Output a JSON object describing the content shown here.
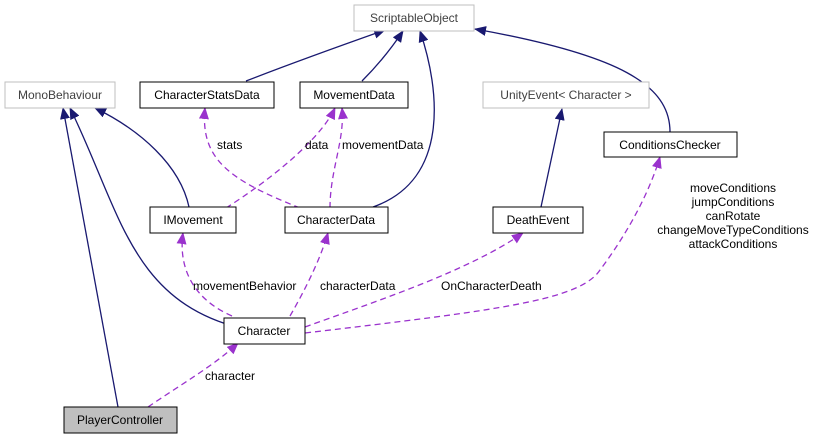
{
  "nodes": {
    "scriptable_object": "ScriptableObject",
    "mono_behaviour": "MonoBehaviour",
    "character_stats_data": "CharacterStatsData",
    "movement_data": "MovementData",
    "unity_event": "UnityEvent< Character >",
    "conditions_checker": "ConditionsChecker",
    "imovement": "IMovement",
    "character_data": "CharacterData",
    "death_event": "DeathEvent",
    "character": "Character",
    "player_controller": "PlayerController"
  },
  "edge_labels": {
    "stats": "stats",
    "data": "data",
    "movement_data": "movementData",
    "movement_behavior": "movementBehavior",
    "character_data": "characterData",
    "on_character_death": "OnCharacterDeath",
    "character": "character",
    "conditions": [
      "moveConditions",
      "jumpConditions",
      "canRotate",
      "changeMoveTypeConditions",
      "attackConditions"
    ]
  },
  "colors": {
    "inheritance_edge": "#191970",
    "usage_edge": "#9a32cd",
    "external_border": "#bfbfbf",
    "external_text": "#404040",
    "highlight_fill": "#bfbfbf"
  }
}
